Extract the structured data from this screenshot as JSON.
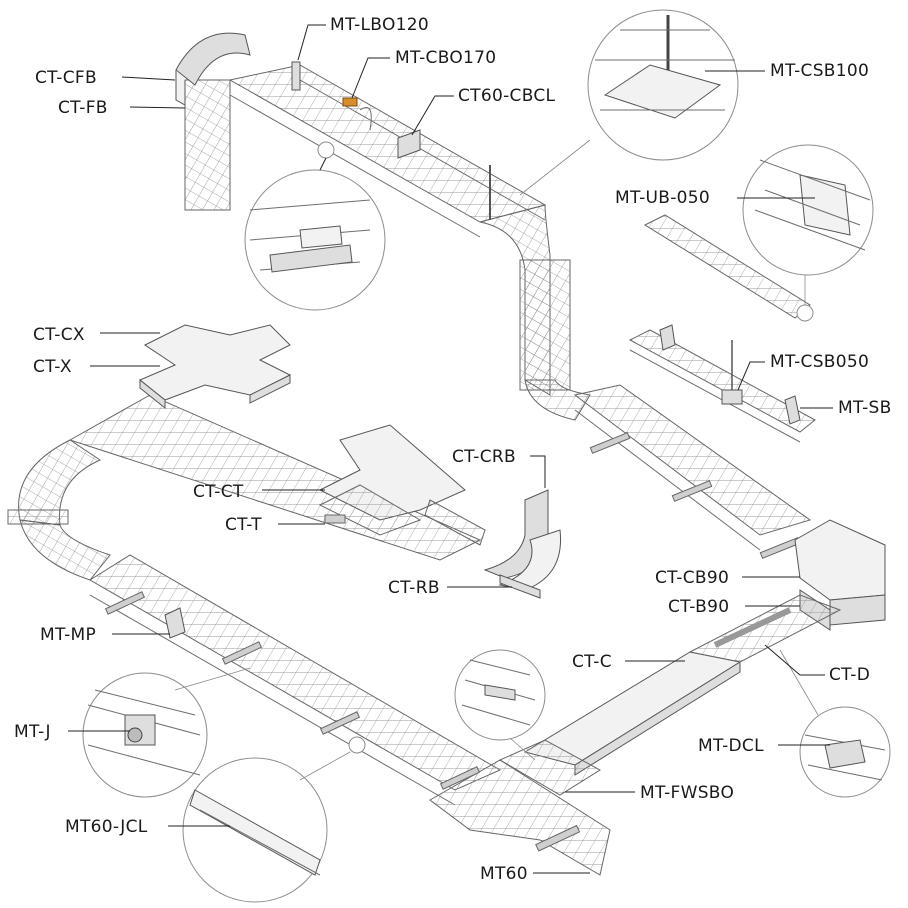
{
  "labels": {
    "ct_cfb": "CT-CFB",
    "ct_fb": "CT-FB",
    "mt_lbo120": "MT-LBO120",
    "mt_cbo170": "MT-CBO170",
    "ct60_cbcl": "CT60-CBCL",
    "mt_csb100": "MT-CSB100",
    "mt_ub_050": "MT-UB-050",
    "ct_cx": "CT-CX",
    "ct_x": "CT-X",
    "mt_csb050": "MT-CSB050",
    "mt_sb": "MT-SB",
    "ct_crb": "CT-CRB",
    "ct_ct": "CT-CT",
    "ct_t": "CT-T",
    "ct_rb": "CT-RB",
    "ct_cb90": "CT-CB90",
    "ct_b90": "CT-B90",
    "mt_mp": "MT-MP",
    "ct_c": "CT-C",
    "ct_d": "CT-D",
    "mt_j": "MT-J",
    "mt_dcl": "MT-DCL",
    "mt_fwsbo": "MT-FWSBO",
    "mt60_jcl": "MT60-JCL",
    "mt60": "MT60"
  }
}
